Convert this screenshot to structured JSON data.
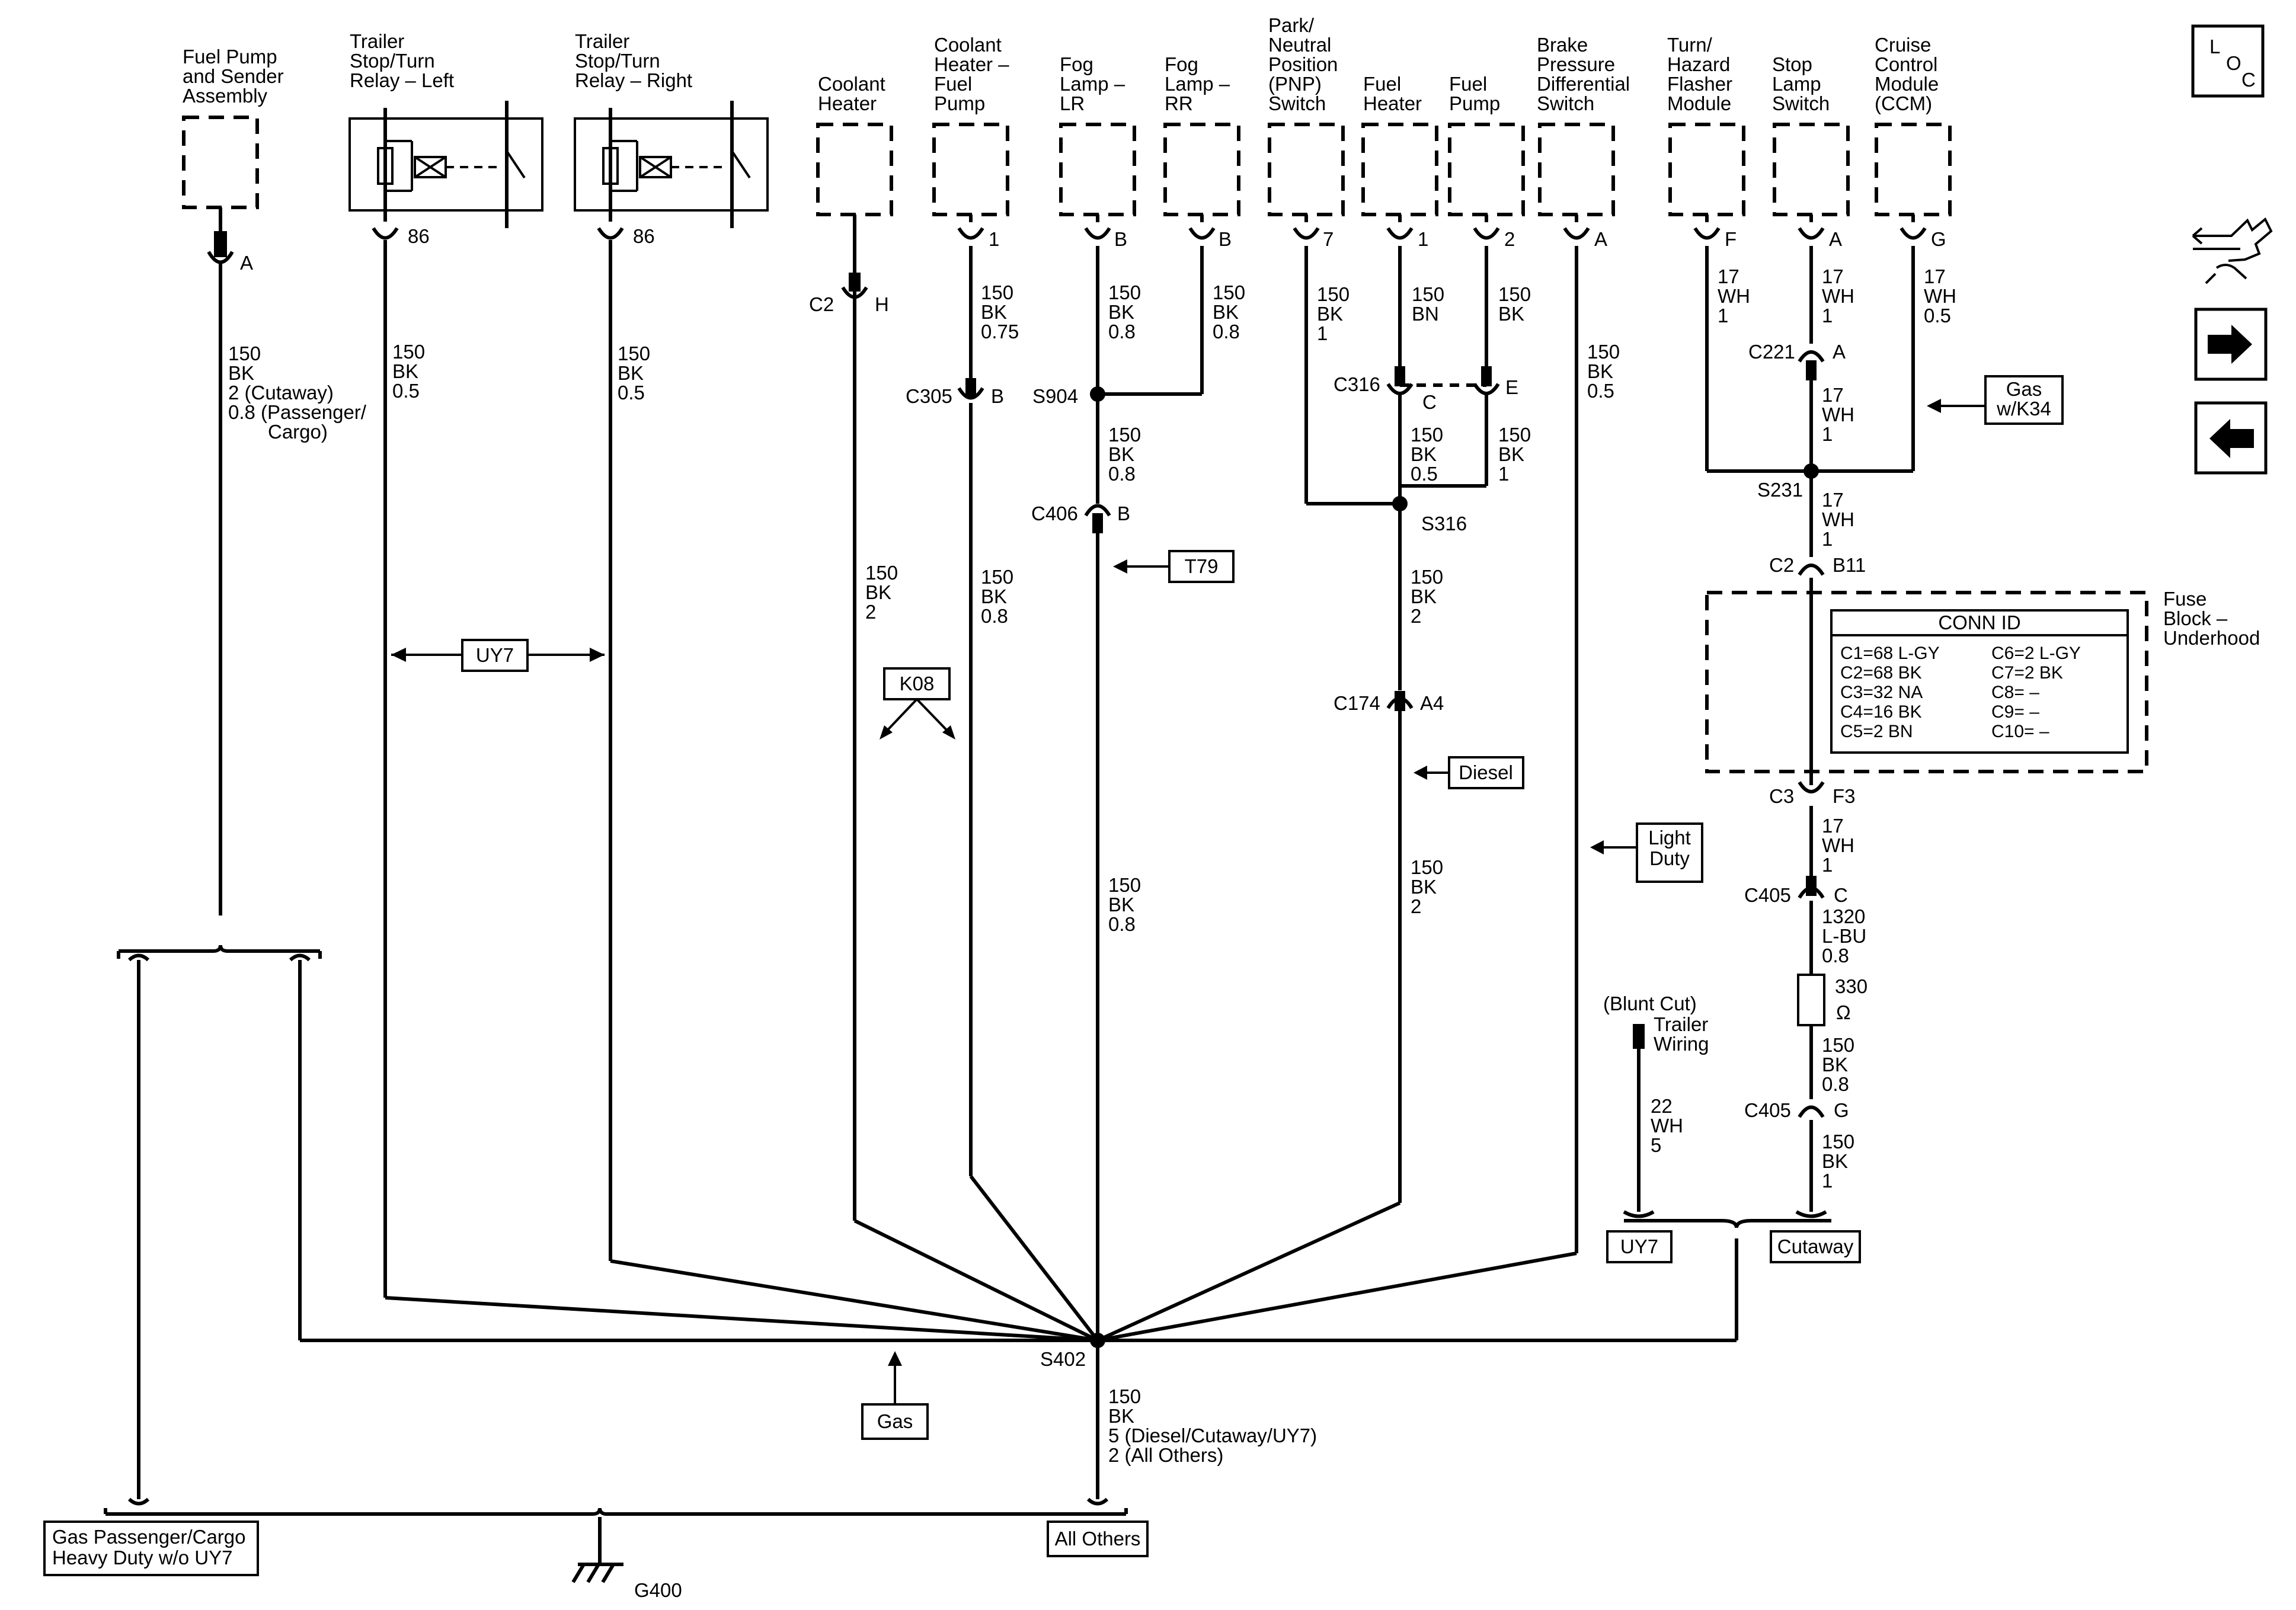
{
  "components": {
    "fuel_pump_sender": [
      "Fuel Pump",
      "and Sender",
      "Assembly"
    ],
    "trailer_relay_left": [
      "Trailer",
      "Stop/Turn",
      "Relay – Left"
    ],
    "trailer_relay_right": [
      "Trailer",
      "Stop/Turn",
      "Relay – Right"
    ],
    "coolant_heater": [
      "Coolant",
      "Heater"
    ],
    "coolant_heater_fuel_pump": [
      "Coolant",
      "Heater –",
      "Fuel",
      "Pump"
    ],
    "fog_lamp_lr": [
      "Fog",
      "Lamp –",
      "LR"
    ],
    "fog_lamp_rr": [
      "Fog",
      "Lamp –",
      "RR"
    ],
    "pnp_switch": [
      "Park/",
      "Neutral",
      "Position",
      "(PNP)",
      "Switch"
    ],
    "fuel_heater": [
      "Fuel",
      "Heater"
    ],
    "fuel_pump": [
      "Fuel",
      "Pump"
    ],
    "brake_pressure_switch": [
      "Brake",
      "Pressure",
      "Differential",
      "Switch"
    ],
    "turn_hazard_module": [
      "Turn/",
      "Hazard",
      "Flasher",
      "Module"
    ],
    "stop_lamp_switch": [
      "Stop",
      "Lamp",
      "Switch"
    ],
    "ccm": [
      "Cruise",
      "Control",
      "Module",
      "(CCM)"
    ],
    "fuse_block": [
      "Fuse",
      "Block –",
      "Underhood"
    ]
  },
  "pins": {
    "fuel_pump_sender": "A",
    "relay_left": "86",
    "relay_right": "86",
    "c2_left": "C2",
    "c2_h": "H",
    "coolant_fuel_pump": "1",
    "fog_lr": "B",
    "fog_rr": "B",
    "pnp": "7",
    "fuel_heater": "1",
    "fuel_pump": "2",
    "brake": "A",
    "turn": "F",
    "stop": "A",
    "ccm": "G"
  },
  "wires": {
    "fuel_pump_sender": [
      "150",
      "BK",
      "2 (Cutaway)",
      "0.8 (Passenger/",
      "Cargo)"
    ],
    "relay_left": [
      "150",
      "BK",
      "0.5"
    ],
    "relay_right": [
      "150",
      "BK",
      "0.5"
    ],
    "coolant_heater_lower": [
      "150",
      "BK",
      "2"
    ],
    "coolant_fuel_pump_upper": [
      "150",
      "BK",
      "0.75"
    ],
    "coolant_fuel_pump_lower": [
      "150",
      "BK",
      "0.8"
    ],
    "fog_lr": [
      "150",
      "BK",
      "0.8"
    ],
    "fog_rr": [
      "150",
      "BK",
      "0.8"
    ],
    "fog_mid": [
      "150",
      "BK",
      "0.8"
    ],
    "fog_lower": [
      "150",
      "BK",
      "0.8"
    ],
    "pnp": [
      "150",
      "BK",
      "1"
    ],
    "fuel_heater": [
      "150",
      "BN"
    ],
    "fuel_pump": [
      "150",
      "BK"
    ],
    "c316_c_lower": [
      "150",
      "BK",
      "0.5"
    ],
    "c316_e_lower": [
      "150",
      "BK",
      "1"
    ],
    "s316_lower": [
      "150",
      "BK",
      "2"
    ],
    "c174_lower": [
      "150",
      "BK",
      "2"
    ],
    "brake": [
      "150",
      "BK",
      "0.5"
    ],
    "turn": [
      "17",
      "WH",
      "1"
    ],
    "stop": [
      "17",
      "WH",
      "1"
    ],
    "ccm": [
      "17",
      "WH",
      "0.5"
    ],
    "c221_lower": [
      "17",
      "WH",
      "1"
    ],
    "s231_lower": [
      "17",
      "WH",
      "1"
    ],
    "f3_lower": [
      "17",
      "WH",
      "1"
    ],
    "c405_c_lower": [
      "1320",
      "L-BU",
      "0.8"
    ],
    "resistor_lower": [
      "150",
      "BK",
      "0.8"
    ],
    "c405_g_lower": [
      "150",
      "BK",
      "1"
    ],
    "trailer_wiring": [
      "22",
      "WH",
      "5"
    ],
    "ground_main": [
      "150",
      "BK",
      "5 (Diesel/Cutaway/UY7)",
      "2 (All Others)"
    ]
  },
  "connectors": {
    "c305": "C305",
    "c305_pin": "B",
    "s904": "S904",
    "c406": "C406",
    "c406_pin": "B",
    "c316": "C316",
    "c316_c": "C",
    "c316_e": "E",
    "s316": "S316",
    "c174": "C174",
    "c174_pin": "A4",
    "c221": "C221",
    "c221_pin": "A",
    "s231": "S231",
    "c2": "C2",
    "c2_pin": "B11",
    "c3": "C3",
    "c3_pin": "F3",
    "c405_c": "C405",
    "c405_c_pin": "C",
    "c405_g": "C405",
    "c405_g_pin": "G",
    "s402": "S402",
    "g400": "G400"
  },
  "resistor": {
    "value": "330",
    "unit": "Ω"
  },
  "trailer_wiring": [
    "(Blunt Cut)",
    "Trailer",
    "Wiring"
  ],
  "option_boxes": {
    "uy7": "UY7",
    "k08": "K08",
    "t79": "T79",
    "diesel": "Diesel",
    "light_duty": [
      "Light",
      "Duty"
    ],
    "gas_k34": [
      "Gas",
      "w/K34"
    ],
    "gas": "Gas",
    "uy7_right": "UY7",
    "cutaway": "Cutaway",
    "gas_passenger": [
      "Gas Passenger/Cargo",
      "Heavy Duty w/o UY7"
    ],
    "all_others": "All Others"
  },
  "conn_id": {
    "title": "CONN ID",
    "left": [
      "C1=68 L-GY",
      "C2=68 BK",
      "C3=32 NA",
      "C4=16 BK",
      "C5=2 BN"
    ],
    "right": [
      "C6=2 L-GY",
      "C7=2 BK",
      "C8= –",
      "C9= –",
      "C10= –"
    ]
  },
  "loc_icon": [
    "L",
    "O",
    "C"
  ],
  "nav": {
    "icons": [
      "vehicle-wrench-icon",
      "arrow-right-icon",
      "arrow-left-icon"
    ]
  }
}
